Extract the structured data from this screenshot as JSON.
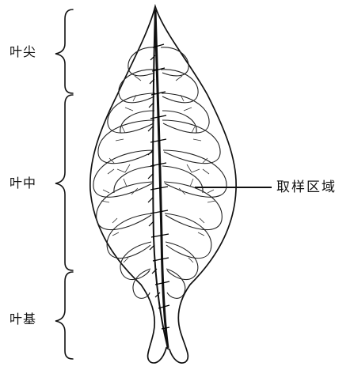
{
  "labels": {
    "tip": "叶尖",
    "middle": "叶中",
    "base": "叶基",
    "sampling_area": "取样区域"
  }
}
